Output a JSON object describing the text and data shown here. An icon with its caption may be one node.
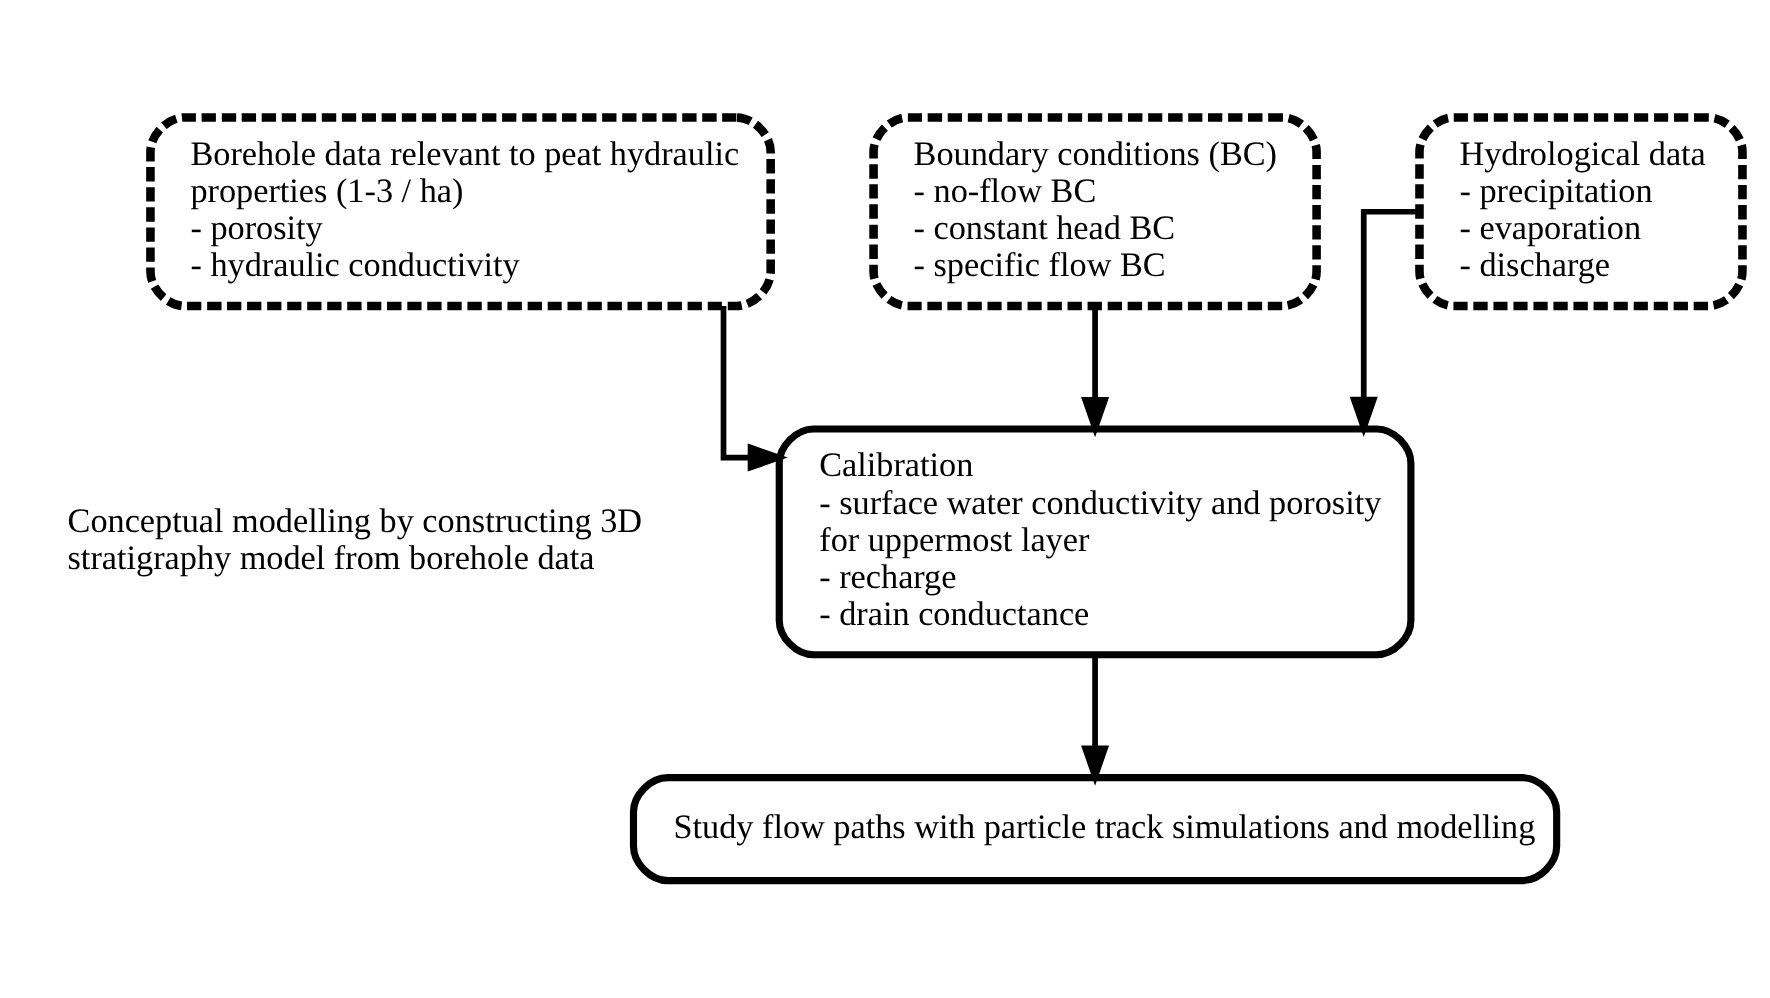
{
  "diagram": {
    "nodes": [
      {
        "text": [
          "Borehole data relevant to peat hydraulic properties (1-3 / ha)",
          "- porosity",
          "- hydraulic conductivity"
        ]
      },
      {
        "text": [
          "Boundary conditions (BC)",
          "- no-flow BC",
          "- constant head BC",
          "- specific flow BC"
        ]
      },
      {
        "text": [
          "Hydrological data",
          "- precipitation",
          "- evaporation",
          "- discharge"
        ]
      },
      {
        "text": [
          "Calibration",
          "- surface water conductivity and porosity for uppermost layer",
          "- recharge",
          "- drain conductance"
        ]
      },
      {
        "text": [
          "Study flow paths with particle track simulations and modelling"
        ]
      }
    ],
    "edges": [
      {
        "from": 0,
        "to": 3,
        "arrow": "to"
      },
      {
        "from": 1,
        "to": 3,
        "arrow": "to"
      },
      {
        "from": 2,
        "to": 3,
        "arrow": "to"
      },
      {
        "from": 3,
        "to": 4,
        "arrow": "to"
      }
    ],
    "labels": [
      "Conceptual modelling by constructing 3D stratigraphy model from borehole data"
    ]
  }
}
